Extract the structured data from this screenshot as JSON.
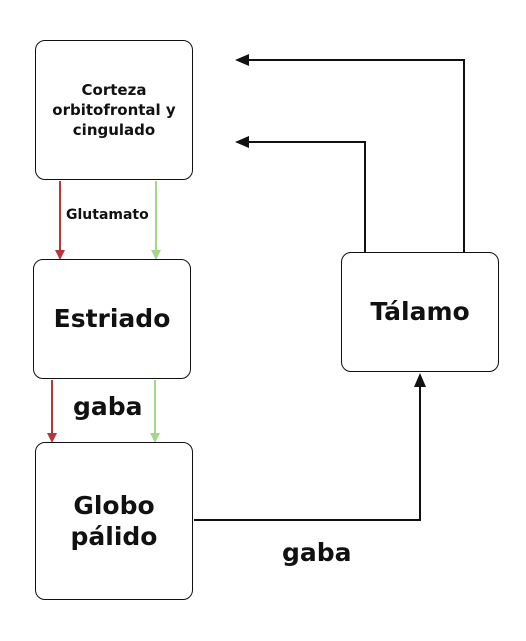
{
  "nodes": {
    "corteza": "Corteza orbitofrontal y cingulado",
    "estriado": "Estriado",
    "globo": "Globo pálido",
    "talamo": "Tálamo"
  },
  "edge_labels": {
    "glutamato": "Glutamato",
    "gaba_estriado_globo": "gaba",
    "gaba_globo_talamo": "gaba"
  },
  "colors": {
    "red_pathway": "#b5373e",
    "green_pathway": "#a6d68a",
    "black_pathway": "#111111"
  }
}
